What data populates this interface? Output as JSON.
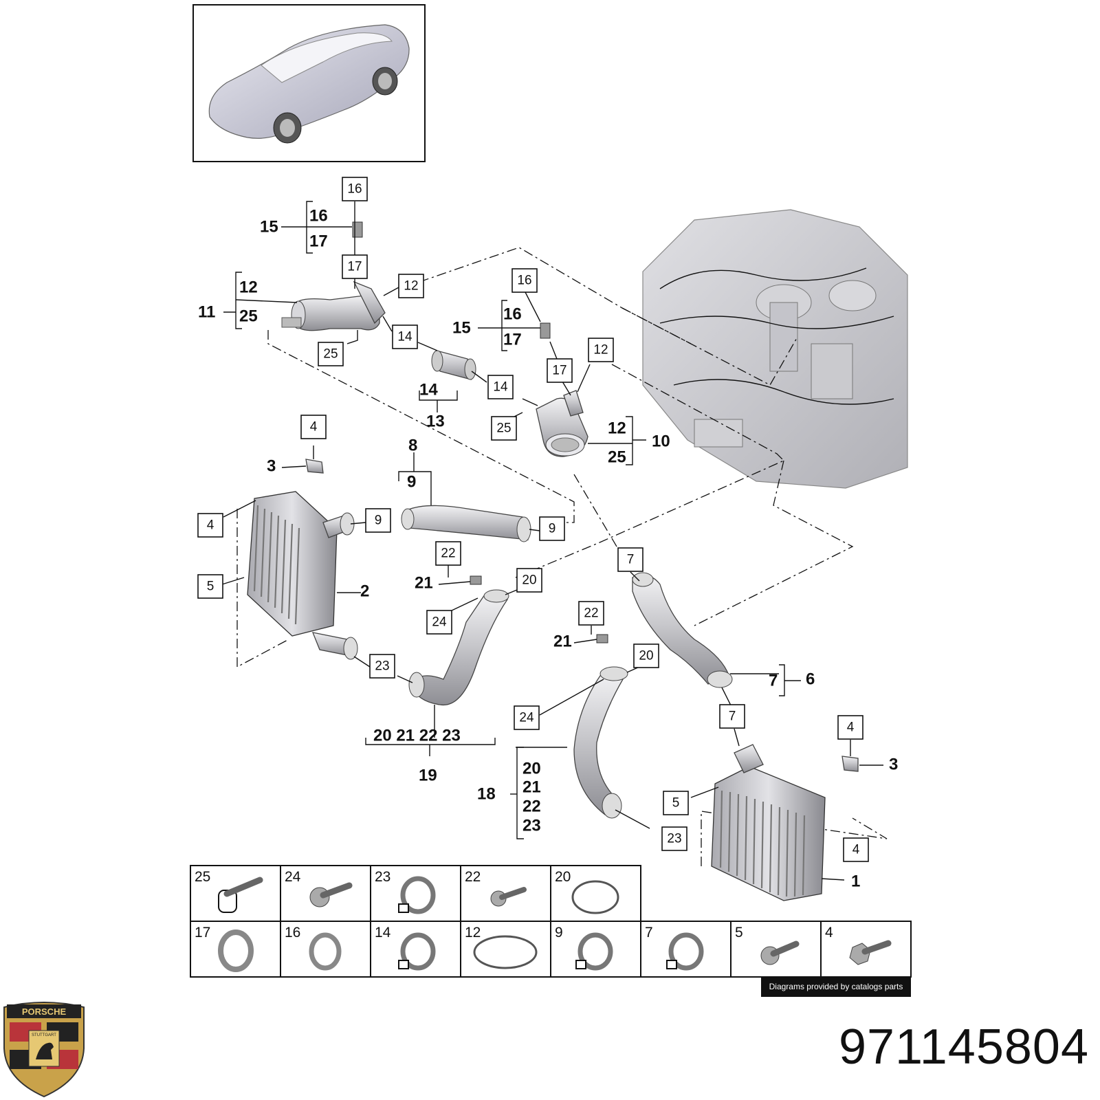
{
  "callouts": {
    "top_16": "16",
    "top_17": "17",
    "top_12": "12",
    "top_25": "25",
    "top_14a": "14",
    "top_14b": "14",
    "mid_16": "16",
    "mid_17": "17",
    "mid_12": "12",
    "mid_25": "25",
    "l_4a": "4",
    "l_4b": "4",
    "l_5": "5",
    "l_9a": "9",
    "l_9b": "9",
    "l_22": "22",
    "l_20": "20",
    "l_24": "24",
    "l_23": "23",
    "r_7a": "7",
    "r_22": "22",
    "r_20": "20",
    "r_24": "24",
    "r_7b": "7",
    "r_4a": "4",
    "r_5": "5",
    "r_23": "23",
    "r_4b": "4"
  },
  "labels": {
    "g15": "15",
    "g15_16": "16",
    "g15_17": "17",
    "g11": "11",
    "g11_12": "12",
    "g11_25": "25",
    "g14": "14",
    "g13": "13",
    "g15b": "15",
    "g15b_16": "16",
    "g15b_17": "17",
    "g10": "10",
    "g10_12": "12",
    "g10_25": "25",
    "g8": "8",
    "g8_9": "9",
    "g3a": "3",
    "g2": "2",
    "g21a": "21",
    "g19_items": "20 21   22 23",
    "g19": "19",
    "g21b": "21",
    "g6": "6",
    "g6_7": "7",
    "g18": "18",
    "g18_20": "20",
    "g18_21": "21",
    "g18_22": "22",
    "g18_23": "23",
    "g3b": "3",
    "g1": "1"
  },
  "parts_table": {
    "row1": [
      "25",
      "24",
      "23",
      "22",
      "20"
    ],
    "row2": [
      "17",
      "16",
      "14",
      "12",
      "9",
      "7",
      "5",
      "4"
    ]
  },
  "credit": "Diagrams provided by catalogs parts",
  "logo_text": {
    "top": "PORSCHE",
    "city": "STUTTGART"
  },
  "part_number": "971145804"
}
